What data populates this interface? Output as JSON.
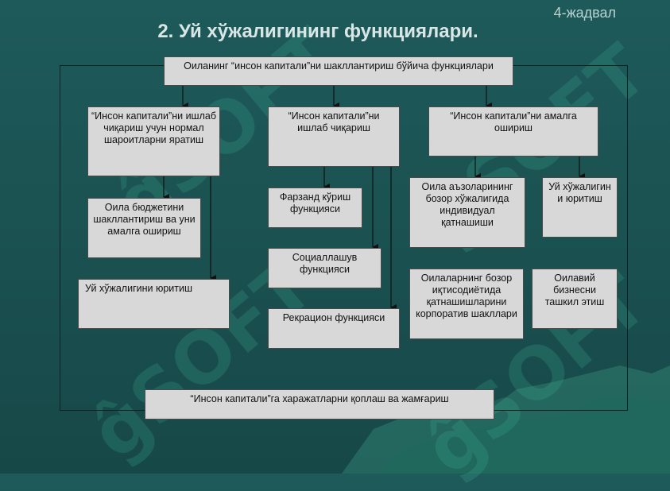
{
  "header": {
    "table_label": "4-жадвал",
    "title": "2. Уй хўжалигининг функциялари."
  },
  "diagram": {
    "top": "Оиланинг “инсон капитали”ни шакллантириш бўйича функциялари",
    "col1_head": "“Инсон капитали”ни ишлаб чиқариш учун нормал шароитларни яратиш",
    "col1_a": "Оила бюджетини шакллантириш ва уни амалга ошириш",
    "col1_b": "Уй хўжалигини юритиш",
    "col2_head": "“Инсон капитали”ни ишлаб чиқариш",
    "col2_a": "Фарзанд кўриш функцияси",
    "col2_b": "Социаллашув функцияси",
    "col2_c": "Рекрацион функцияси",
    "col3_head": "“Инсон капитали”ни амалга ошириш",
    "col3_a": "Оила аъзоларининг бозор хўжалигида индивидуал қатнашиши",
    "col3_b": "Уй хўжалигин и юритиш",
    "col3_c": "Оилаларнинг бозор иқтисодиётида қатнашишларини корпоратив шакллари",
    "col3_d": "Оилавий бизнесни ташкил этиш",
    "bottom": "“Инсон капитали”га харажатларни қоплаш ва жамғариш"
  },
  "colors": {
    "box": "#d8d8d8",
    "background": "#1e5a5a"
  }
}
